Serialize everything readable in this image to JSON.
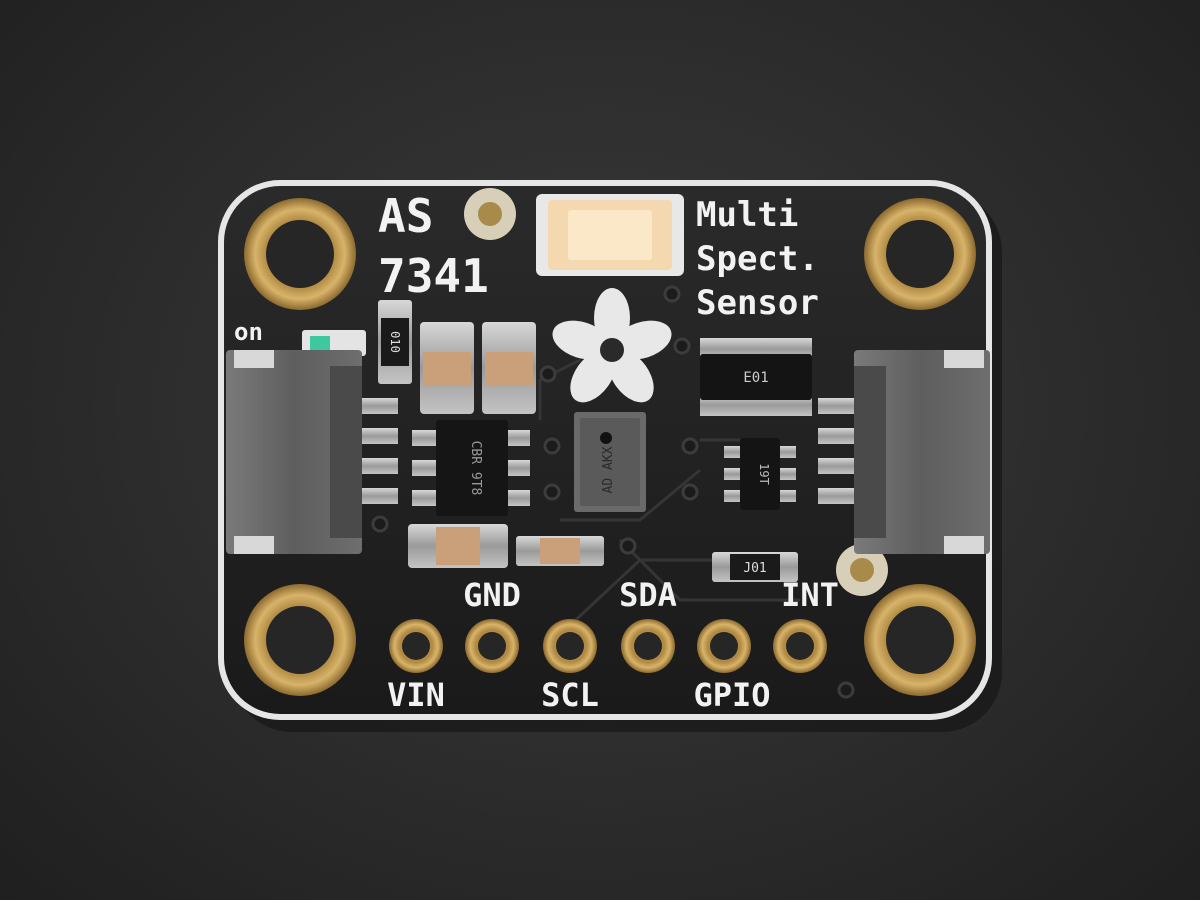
{
  "board": {
    "title_line1": "AS",
    "title_line2": "7341",
    "desc_line1": "Multi",
    "desc_line2": "Spect.",
    "desc_line3": "Sensor",
    "led_label": "on",
    "pins_top": [
      "GND",
      "SDA",
      "INT"
    ],
    "pins_bottom": [
      "VIN",
      "SCL",
      "GPIO"
    ],
    "chip_marks": {
      "regulator": "CBR 9T8",
      "sensor": "AD AKX",
      "small_ic": "19T",
      "resistor_top": "010",
      "resistor_network": "E01",
      "resistor_bottom": "J01"
    }
  }
}
